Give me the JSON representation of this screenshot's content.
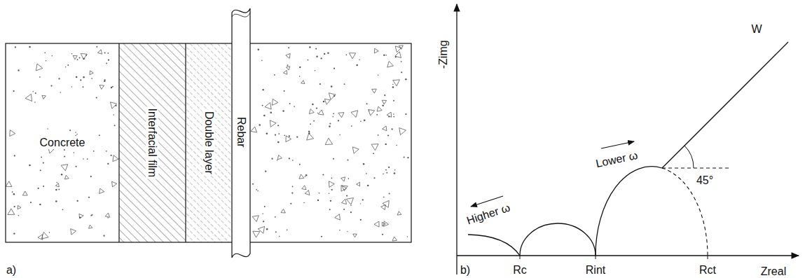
{
  "diagram": {
    "nodes": [
      {
        "text": [
          "Concrete"
        ]
      },
      {
        "text": [
          "Interfacial film"
        ]
      },
      {
        "text": [
          "Double layer"
        ]
      },
      {
        "text": [
          "Rebar"
        ]
      }
    ],
    "labels": [
      "a)",
      "b)",
      "-Zimg",
      "Zreal",
      "Higher ω",
      "Lower ω",
      "W",
      "45°",
      "Rc",
      "Rint",
      "Rct"
    ]
  }
}
